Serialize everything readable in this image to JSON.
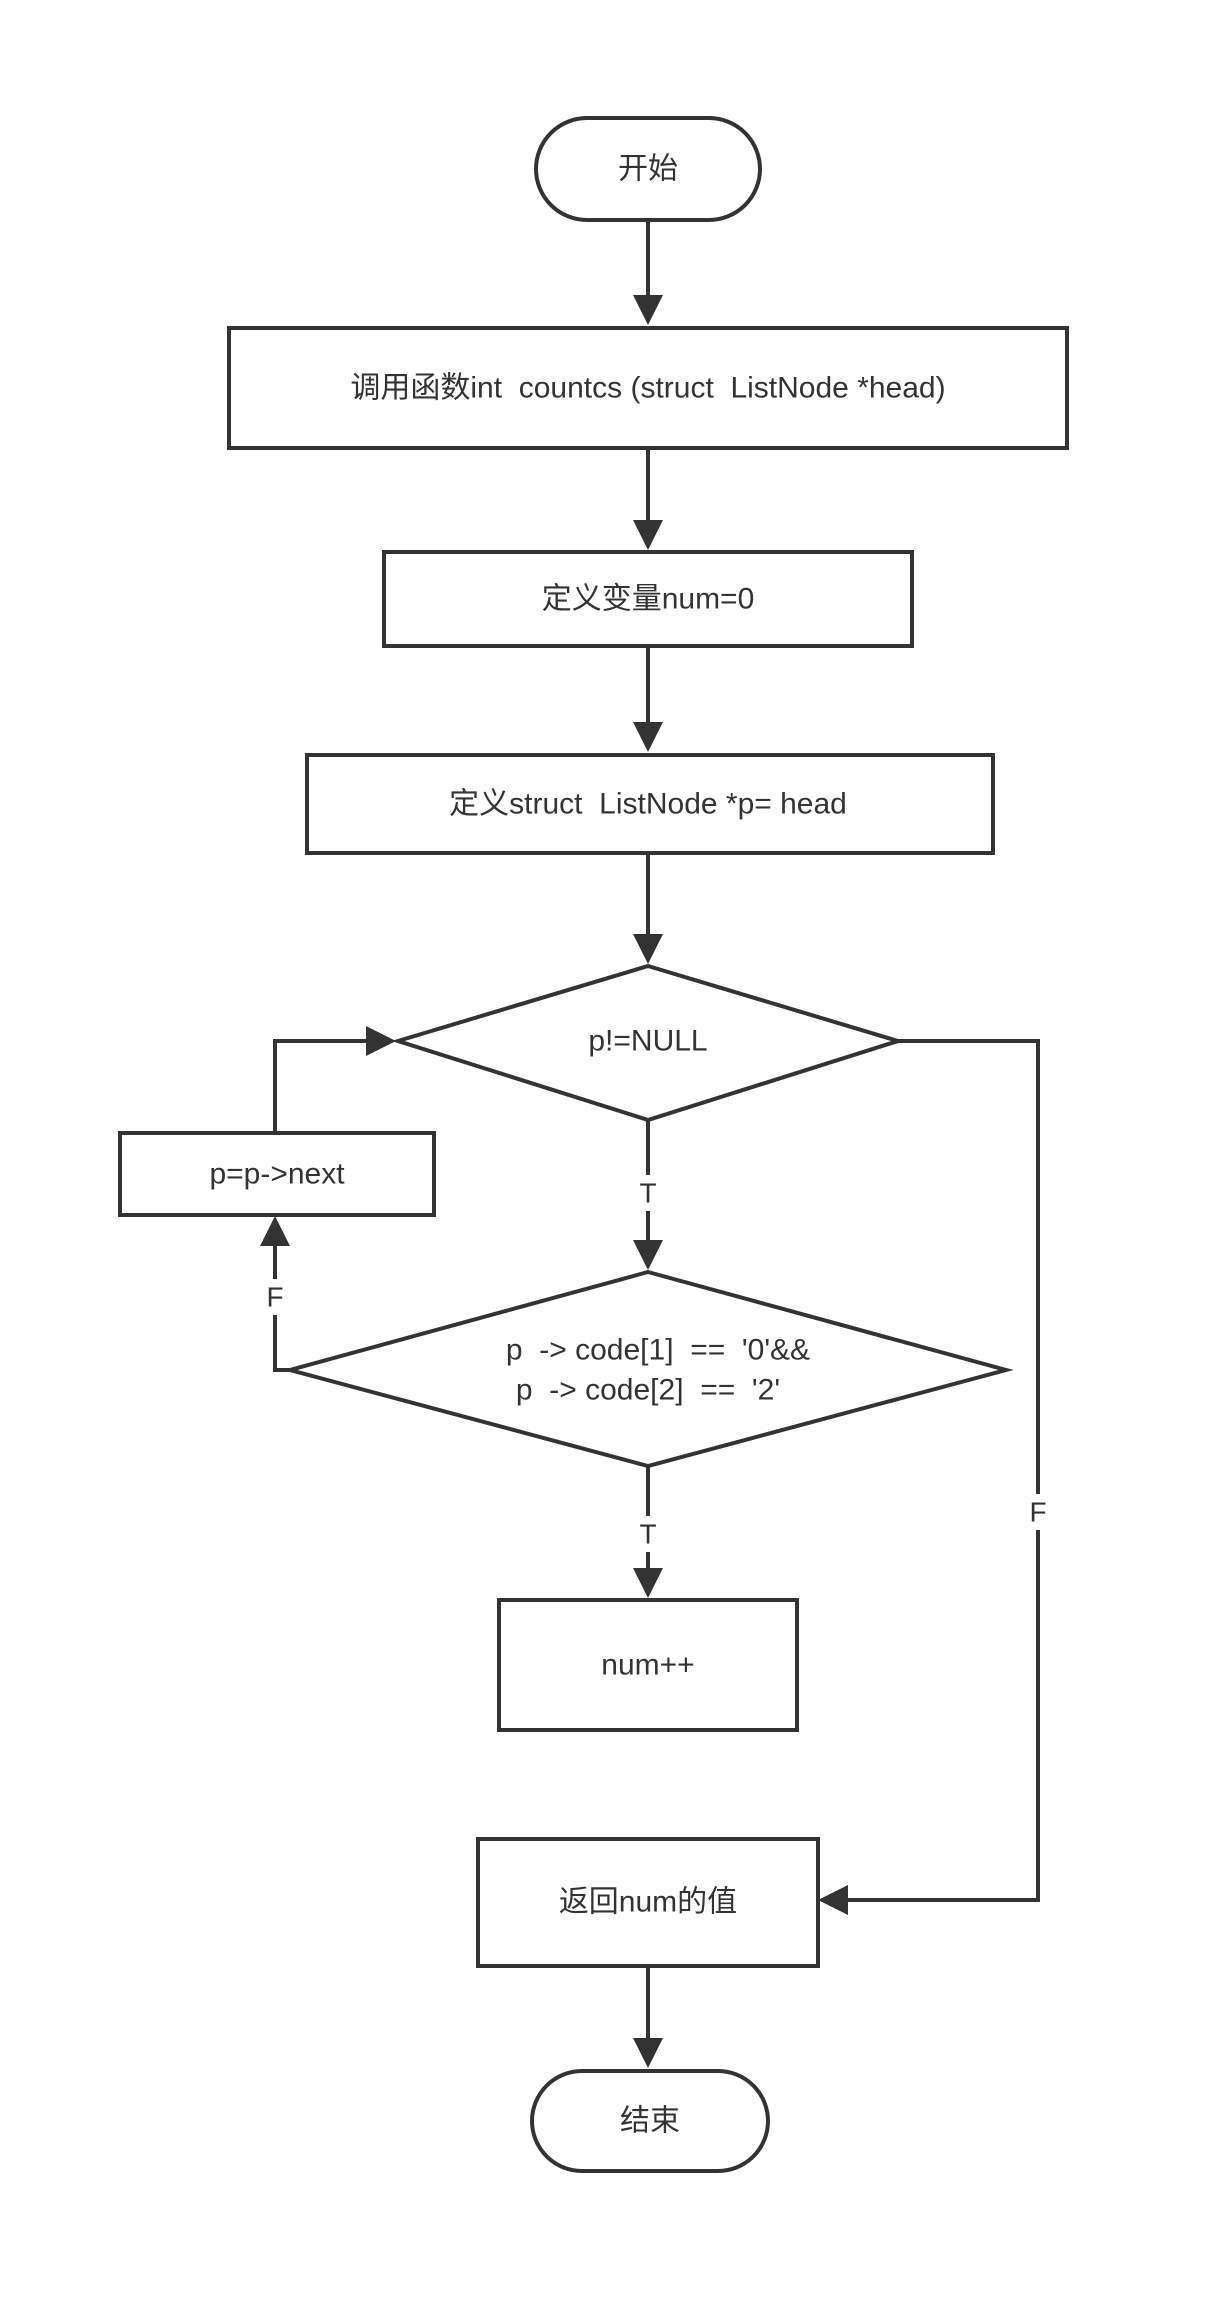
{
  "nodes": {
    "start": "开始",
    "call": "调用函数int  countcs (struct  ListNode *head)",
    "init_num": "定义变量num=0",
    "init_p": "定义struct  ListNode *p= head",
    "loop_cond": "p!=NULL",
    "advance": "p=p->next",
    "check_line1": "p  -> code[1]  ==  '0'&&",
    "check_line2": "p  -> code[2]  ==  '2'",
    "increment": "num++",
    "return": "返回num的值",
    "end": "结束"
  },
  "edges": {
    "loop_true": "T",
    "check_true": "T",
    "check_false": "F",
    "loop_false": "F"
  }
}
